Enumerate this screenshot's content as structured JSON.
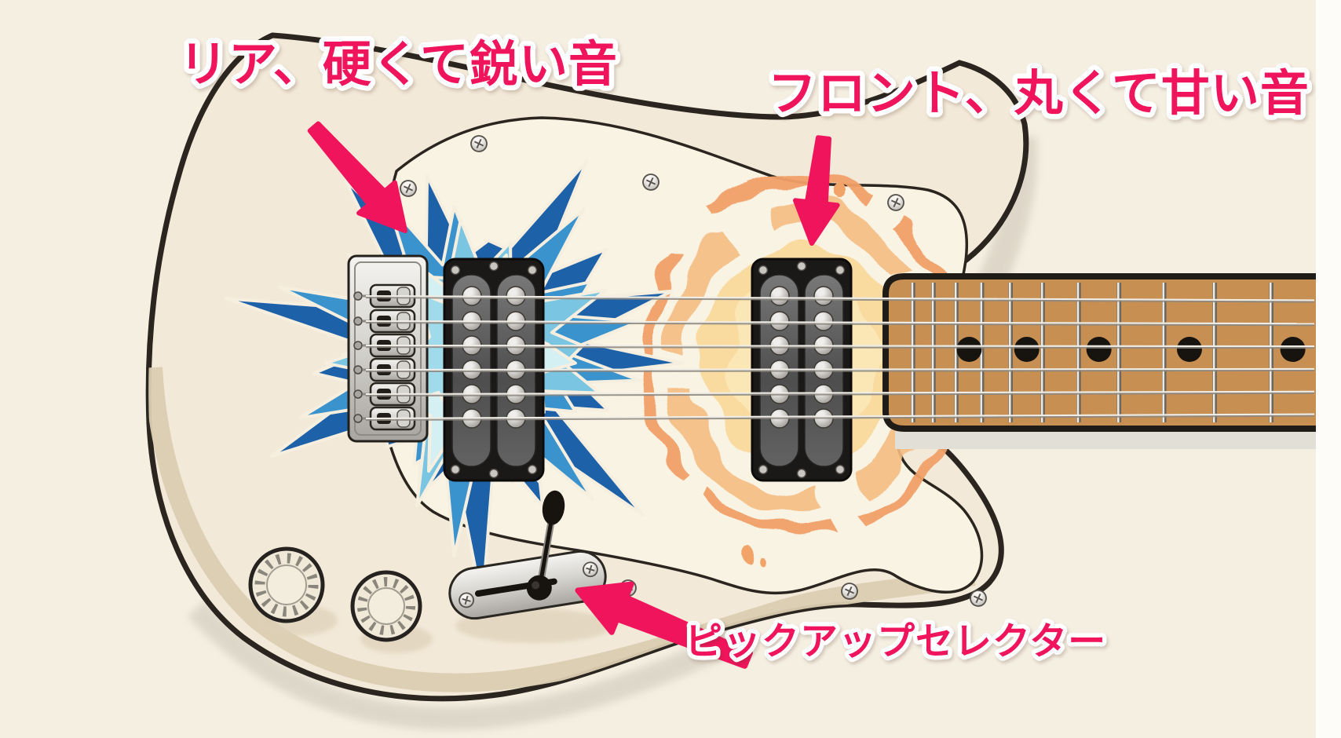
{
  "figure": {
    "type": "annotated-illustration",
    "subject": "electric-guitar-pickup-tones",
    "background_color": "#f5efe2",
    "annotation_color": "#f0145c",
    "annotation_outline_color": "#ffffff",
    "labels": {
      "rear_pickup": {
        "text": "リア、硬くて鋭い音"
      },
      "front_pickup": {
        "text": "フロント、丸くて甘い音"
      },
      "pickup_selector": {
        "text": "ピックアップセレクター"
      }
    },
    "palette": {
      "body": "#f3e9d8",
      "outline": "#2a251f",
      "pickguard": "#f9f3e4",
      "fretboard": "#c78f52",
      "pickup_black": "#1b1917",
      "chrome": "#c9c7c2",
      "burst_blues": [
        "#1d61a9",
        "#3b93cd",
        "#79c5e2",
        "#d4f0f3",
        "#a0dbec"
      ],
      "glow_oranges": [
        "#f1a067",
        "#f6bd83",
        "#f9d99c",
        "#fbe7b5",
        "#fdf3d3"
      ]
    }
  }
}
